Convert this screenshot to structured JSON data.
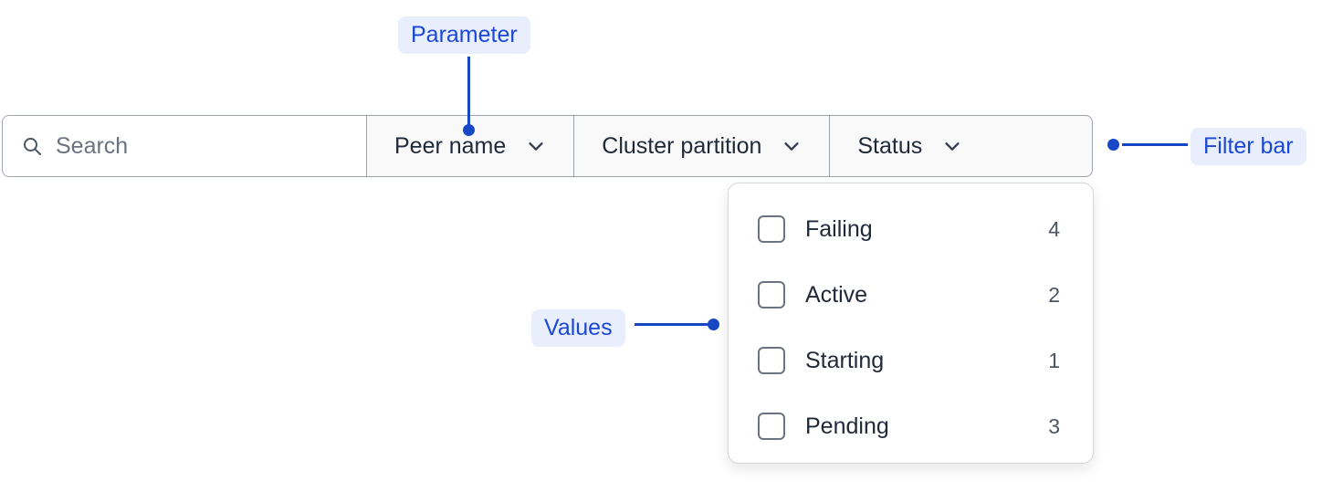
{
  "filter_bar": {
    "search": {
      "placeholder": "Search",
      "value": "",
      "icon": "search-icon"
    },
    "segments": [
      {
        "label": "Peer name",
        "icon": "chevron-down-icon"
      },
      {
        "label": "Cluster partition",
        "icon": "chevron-down-icon"
      },
      {
        "label": "Status",
        "icon": "chevron-down-icon"
      }
    ]
  },
  "dropdown": {
    "items": [
      {
        "label": "Failing",
        "count": "4",
        "checked": false
      },
      {
        "label": "Active",
        "count": "2",
        "checked": false
      },
      {
        "label": "Starting",
        "count": "1",
        "checked": false
      },
      {
        "label": "Pending",
        "count": "3",
        "checked": false
      }
    ]
  },
  "annotations": {
    "parameter": "Parameter",
    "filter_bar": "Filter bar",
    "values": "Values",
    "accent_color": "#1747c4",
    "pill_background": "#e8eefc",
    "pill_text_color": "#1b47d6"
  }
}
